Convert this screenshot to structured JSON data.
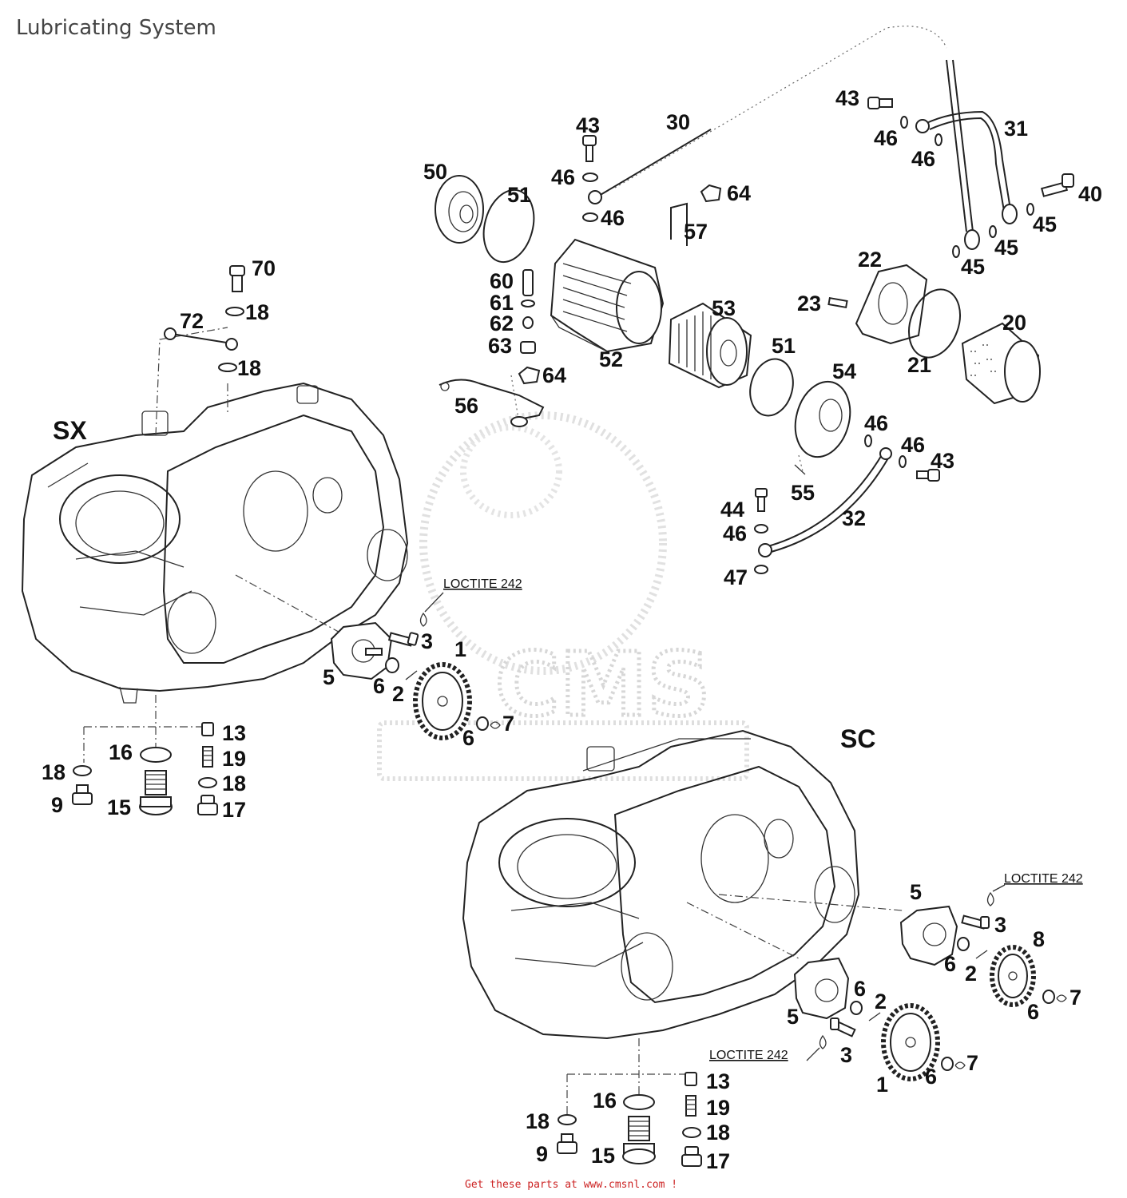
{
  "title": "Lubricating System",
  "sections": {
    "left": "SX",
    "right": "SC"
  },
  "note_label": "LOCTITE 242",
  "watermark": {
    "text": "CMS",
    "color": "#bdbdbd"
  },
  "footer": "Get these parts at www.cmsnl.com !",
  "callouts": {
    "c1": "1",
    "c2": "2",
    "c3": "3",
    "c5": "5",
    "c6": "6",
    "c7": "7",
    "c8": "8",
    "c9": "9",
    "c13": "13",
    "c15": "15",
    "c16": "16",
    "c17": "17",
    "c18": "18",
    "c19": "19",
    "c20": "20",
    "c21": "21",
    "c22": "22",
    "c23": "23",
    "c30": "30",
    "c31": "31",
    "c32": "32",
    "c40": "40",
    "c43": "43",
    "c44": "44",
    "c45": "45",
    "c46": "46",
    "c47": "47",
    "c50": "50",
    "c51": "51",
    "c52": "52",
    "c53": "53",
    "c54": "54",
    "c55": "55",
    "c56": "56",
    "c57": "57",
    "c60": "60",
    "c61": "61",
    "c62": "62",
    "c63": "63",
    "c64": "64",
    "c70": "70",
    "c72": "72"
  }
}
